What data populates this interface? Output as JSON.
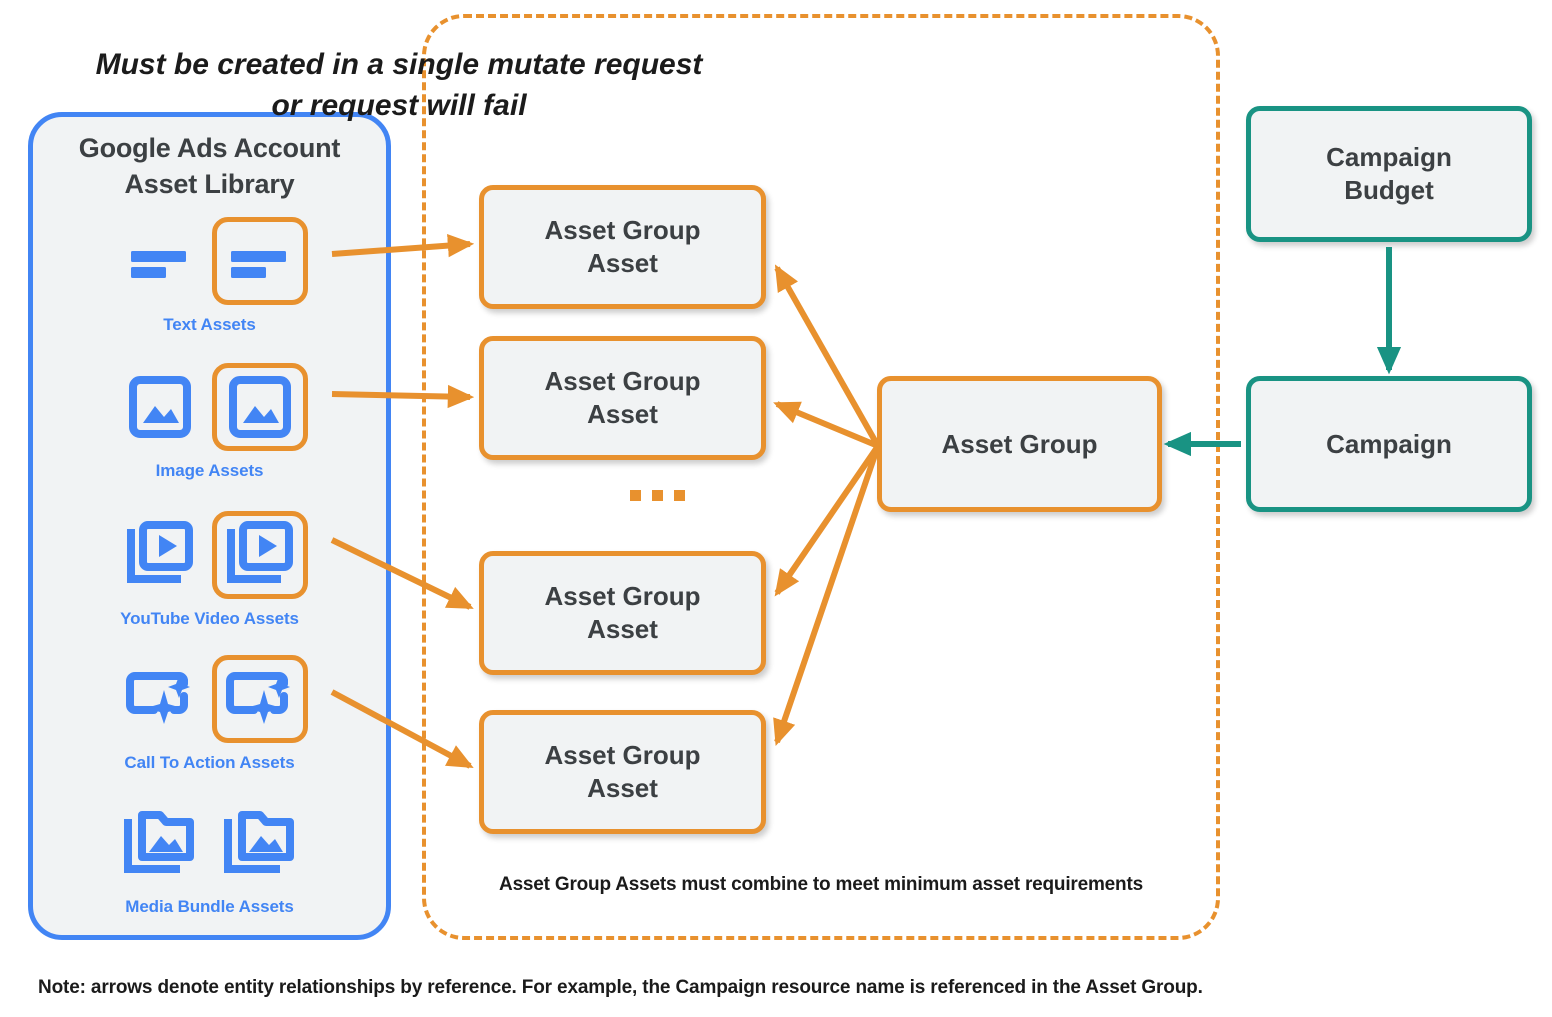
{
  "colors": {
    "blue": "#4285F4",
    "orange": "#E8912E",
    "teal": "#199383",
    "node_fill": "#F1F3F4",
    "text_dark": "#3C4043"
  },
  "asset_library": {
    "title": "Google Ads Account\nAsset Library",
    "rows": [
      {
        "caption": "Text Assets",
        "icon": "text-lines-icon",
        "highlighted_index": 1,
        "count": 2
      },
      {
        "caption": "Image Assets",
        "icon": "image-icon",
        "highlighted_index": 1,
        "count": 2
      },
      {
        "caption": "YouTube Video  Assets",
        "icon": "video-stack-icon",
        "highlighted_index": 1,
        "count": 2
      },
      {
        "caption": "Call To Action Assets",
        "icon": "call-to-action-icon",
        "highlighted_index": 1,
        "count": 2
      },
      {
        "caption": "Media Bundle  Assets",
        "icon": "media-bundle-icon",
        "highlighted_index": -1,
        "count": 2
      }
    ]
  },
  "mutate_box": {
    "title": "Must be created in a single mutate request\nor request will fail",
    "footnote": "Asset Group Assets must combine to meet minimum asset requirements",
    "ellipsis": "..."
  },
  "nodes": {
    "asset_group_assets": [
      {
        "label": "Asset Group\nAsset"
      },
      {
        "label": "Asset Group\nAsset"
      },
      {
        "label": "Asset Group\nAsset"
      },
      {
        "label": "Asset Group\nAsset"
      }
    ],
    "asset_group": {
      "label": "Asset Group"
    },
    "campaign_budget": {
      "label": "Campaign\nBudget"
    },
    "campaign": {
      "label": "Campaign"
    }
  },
  "bottom_note": "Note: arrows denote entity relationships by reference. For example, the Campaign resource name is referenced in the Asset Group."
}
